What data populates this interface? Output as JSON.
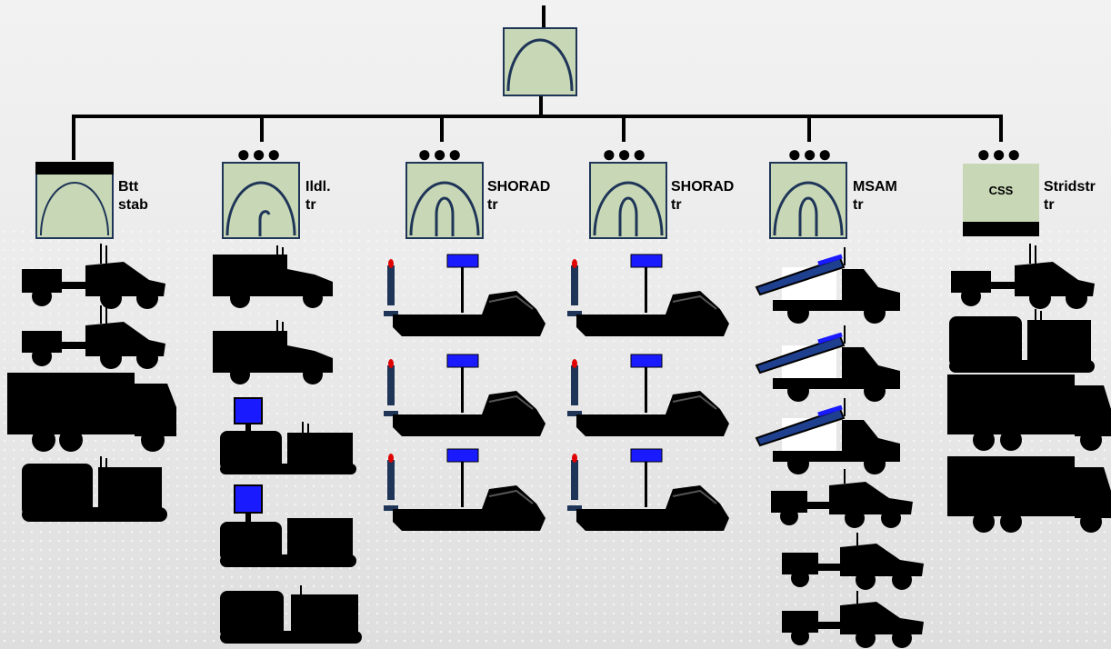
{
  "units": [
    {
      "key": "btt_stab",
      "line1": "Btt",
      "line2": "stab"
    },
    {
      "key": "ildl_tr",
      "line1": "Ildl.",
      "line2": "tr"
    },
    {
      "key": "shorad_tr_1",
      "line1": "SHORAD",
      "line2": "tr"
    },
    {
      "key": "shorad_tr_2",
      "line1": "SHORAD",
      "line2": "tr"
    },
    {
      "key": "msam_tr",
      "line1": "MSAM",
      "line2": "tr"
    },
    {
      "key": "stridstr_tr",
      "line1": "Stridstr",
      "line2": "tr",
      "symbol_text": "CSS"
    }
  ],
  "echelon_marker": "●●●",
  "colors": {
    "symbol_fill": "#c8d8b6",
    "symbol_border": "#1f3558",
    "radar": "#1a1aff",
    "missile_stripe": "#1f3f8f"
  }
}
